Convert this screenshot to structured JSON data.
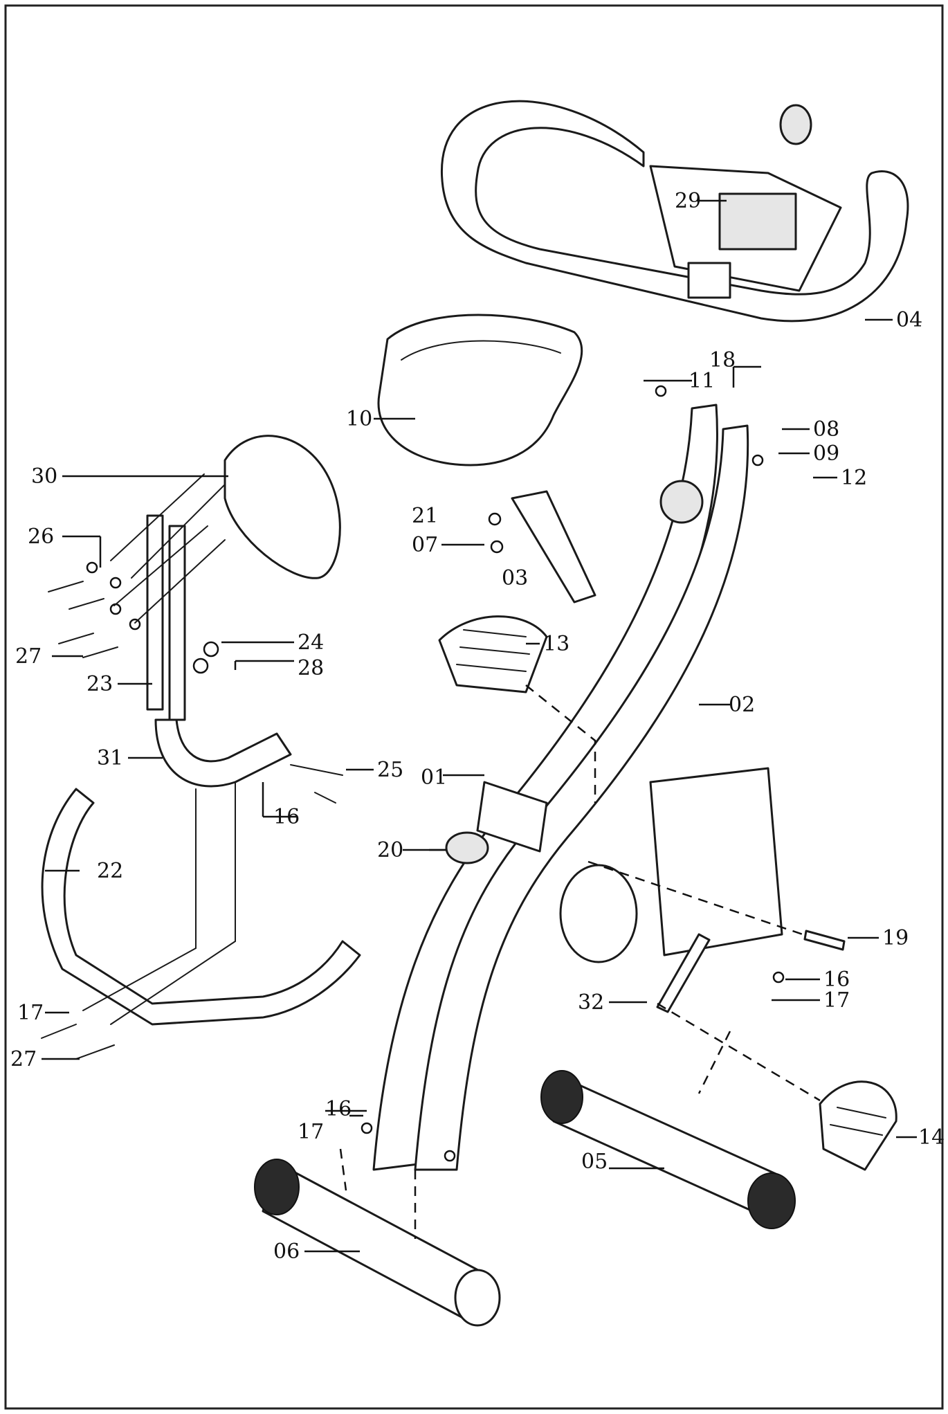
{
  "callouts": {
    "c01": "01",
    "c02": "02",
    "c03": "03",
    "c04": "04",
    "c05": "05",
    "c06": "06",
    "c07": "07",
    "c08": "08",
    "c09": "09",
    "c10": "10",
    "c11": "11",
    "c12": "12",
    "c13": "13",
    "c14": "14",
    "c16_seat": "16",
    "c16_right": "16",
    "c16_front": "16",
    "c17_handle": "17",
    "c17_right": "17",
    "c17_front": "17",
    "c18": "18",
    "c19": "19",
    "c20": "20",
    "c21": "21",
    "c22": "22",
    "c23": "23",
    "c24": "24",
    "c25": "25",
    "c26": "26",
    "c27_back": "27",
    "c27_handle": "27",
    "c28": "28",
    "c29": "29",
    "c30": "30",
    "c31": "31",
    "c32": "32"
  }
}
